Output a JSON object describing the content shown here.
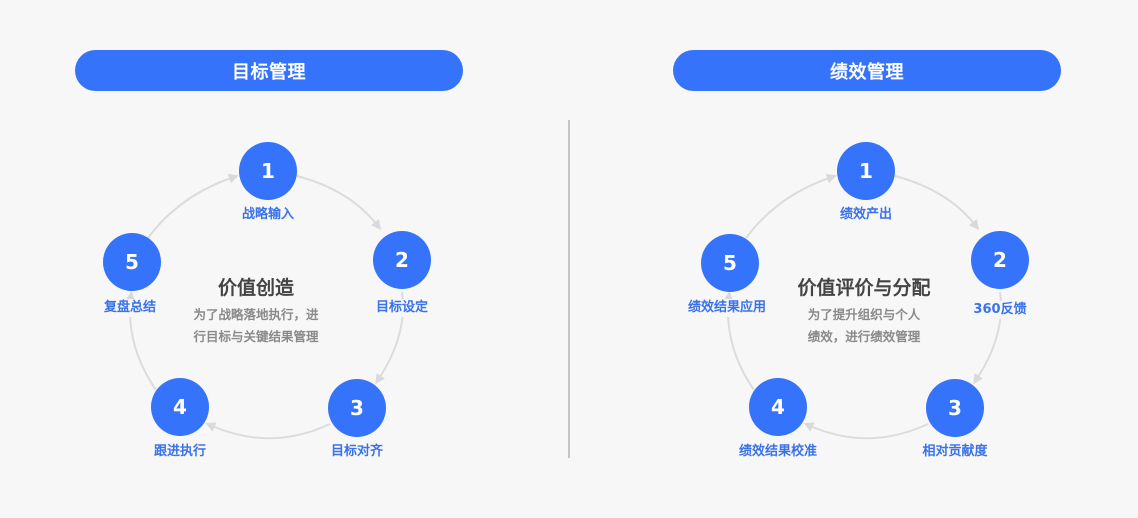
{
  "panels": [
    {
      "title": "目标管理",
      "center_title": "价值创造",
      "center_desc_line1": "为了战略落地执行，进",
      "center_desc_line2": "行目标与关键结果管理",
      "steps": [
        {
          "number": "1",
          "label": "战略输入"
        },
        {
          "number": "2",
          "label": "目标设定"
        },
        {
          "number": "3",
          "label": "目标对齐"
        },
        {
          "number": "4",
          "label": "跟进执行"
        },
        {
          "number": "5",
          "label": "复盘总结"
        }
      ]
    },
    {
      "title": "绩效管理",
      "center_title": "价值评价与分配",
      "center_desc_line1": "为了提升组织与个人",
      "center_desc_line2": "绩效，进行绩效管理",
      "steps": [
        {
          "number": "1",
          "label": "绩效产出"
        },
        {
          "number": "2",
          "label": "360反馈"
        },
        {
          "number": "3",
          "label": "相对贡献度"
        },
        {
          "number": "4",
          "label": "绩效结果校准"
        },
        {
          "number": "5",
          "label": "绩效结果应用"
        }
      ]
    }
  ],
  "colors": {
    "accent": "#3573fb",
    "label": "#3a72ea",
    "arc": "#d9d9d9",
    "background": "#f7f7f7",
    "divider": "#c4c4c4"
  }
}
